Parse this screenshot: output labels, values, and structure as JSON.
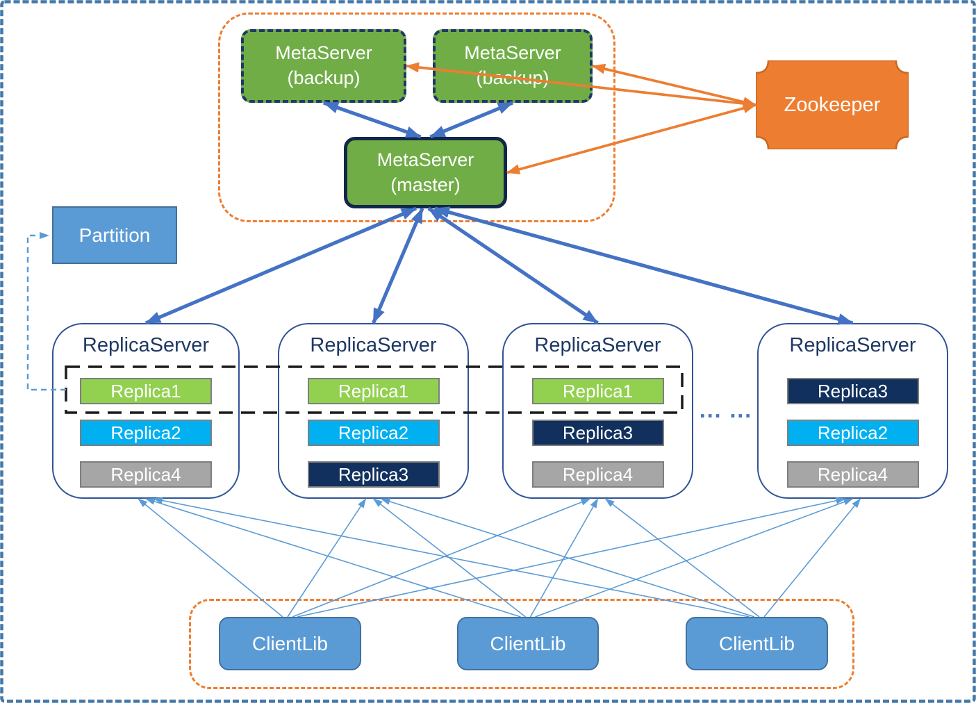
{
  "colors": {
    "meta_green": "#70AD47",
    "replica_green": "#92D050",
    "cyan": "#00B0F0",
    "navy": "#12305E",
    "gray": "#A6A6A6",
    "bar_border": "#7F7F7F",
    "box_blue": "#5B9BD5",
    "box_blue_border": "#41719C",
    "rs_border": "#2F5496",
    "rs_title": "#1F3864",
    "dark_navy": "#1F3864",
    "master_border": "#12274A",
    "arrow_blue": "#4472C4",
    "arrow_light": "#5B9BD5",
    "orange": "#ED7D31",
    "orange_border": "#C9681F",
    "dash_black": "#1A1A1A",
    "marquee_blue": "#4377A9"
  },
  "nodes": {
    "backup1": {
      "line1": "MetaServer",
      "line2": "(backup)"
    },
    "backup2": {
      "line1": "MetaServer",
      "line2": "(backup)"
    },
    "master": {
      "line1": "MetaServer",
      "line2": "(master)"
    },
    "zookeeper": {
      "label": "Zookeeper"
    },
    "partition": {
      "label": "Partition"
    }
  },
  "replica_servers": [
    {
      "title": "ReplicaServer",
      "replicas": [
        {
          "label": "Replica1",
          "color": "green"
        },
        {
          "label": "Replica2",
          "color": "cyan"
        },
        {
          "label": "Replica4",
          "color": "gray"
        }
      ]
    },
    {
      "title": "ReplicaServer",
      "replicas": [
        {
          "label": "Replica1",
          "color": "green"
        },
        {
          "label": "Replica2",
          "color": "cyan"
        },
        {
          "label": "Replica3",
          "color": "navy"
        }
      ]
    },
    {
      "title": "ReplicaServer",
      "replicas": [
        {
          "label": "Replica1",
          "color": "green"
        },
        {
          "label": "Replica3",
          "color": "navy"
        },
        {
          "label": "Replica4",
          "color": "gray"
        }
      ]
    },
    {
      "title": "ReplicaServer",
      "replicas": [
        {
          "label": "Replica3",
          "color": "navy"
        },
        {
          "label": "Replica2",
          "color": "cyan"
        },
        {
          "label": "Replica4",
          "color": "gray"
        }
      ]
    }
  ],
  "ellipsis": {
    "label": "... ..."
  },
  "clients": [
    {
      "label": "ClientLib"
    },
    {
      "label": "ClientLib"
    },
    {
      "label": "ClientLib"
    }
  ],
  "edges": [
    {
      "from": "zookeeper",
      "fromAnchor": "left",
      "to": "backup1",
      "toAnchor": "right",
      "type": "orange",
      "heads": "both"
    },
    {
      "from": "zookeeper",
      "fromAnchor": "left",
      "to": "backup2",
      "toAnchor": "right",
      "type": "orange",
      "heads": "both"
    },
    {
      "from": "zookeeper",
      "fromAnchor": "left",
      "to": "master",
      "toAnchor": "right",
      "type": "orange",
      "heads": "both"
    },
    {
      "from": "master",
      "fromAnchor": "top",
      "to": "backup1",
      "toAnchor": "bottom",
      "type": "blue-thick",
      "heads": "both"
    },
    {
      "from": "master",
      "fromAnchor": "top",
      "to": "backup2",
      "toAnchor": "bottom",
      "type": "blue-thick",
      "heads": "both"
    },
    {
      "from": "master",
      "fromAnchor": "bottom",
      "to": "rs1",
      "toAnchor": "top",
      "type": "blue-thick",
      "heads": "both"
    },
    {
      "from": "master",
      "fromAnchor": "bottom",
      "to": "rs2",
      "toAnchor": "top",
      "type": "blue-thick",
      "heads": "both"
    },
    {
      "from": "master",
      "fromAnchor": "bottom",
      "to": "rs3",
      "toAnchor": "top",
      "type": "blue-thick",
      "heads": "both"
    },
    {
      "from": "master",
      "fromAnchor": "bottom",
      "to": "rs4",
      "toAnchor": "top",
      "type": "blue-thick",
      "heads": "both"
    },
    {
      "from": "client1",
      "fromAnchor": "top",
      "to": "rs1",
      "toAnchor": "bottom",
      "type": "blue-thin",
      "heads": "end"
    },
    {
      "from": "client1",
      "fromAnchor": "top",
      "to": "rs2",
      "toAnchor": "bottom",
      "type": "blue-thin",
      "heads": "end"
    },
    {
      "from": "client1",
      "fromAnchor": "top",
      "to": "rs3",
      "toAnchor": "bottom",
      "type": "blue-thin",
      "heads": "end"
    },
    {
      "from": "client1",
      "fromAnchor": "top",
      "to": "rs4",
      "toAnchor": "bottom",
      "type": "blue-thin",
      "heads": "end"
    },
    {
      "from": "client2",
      "fromAnchor": "top",
      "to": "rs1",
      "toAnchor": "bottom",
      "type": "blue-thin",
      "heads": "end"
    },
    {
      "from": "client2",
      "fromAnchor": "top",
      "to": "rs2",
      "toAnchor": "bottom",
      "type": "blue-thin",
      "heads": "end"
    },
    {
      "from": "client2",
      "fromAnchor": "top",
      "to": "rs3",
      "toAnchor": "bottom",
      "type": "blue-thin",
      "heads": "end"
    },
    {
      "from": "client2",
      "fromAnchor": "top",
      "to": "rs4",
      "toAnchor": "bottom",
      "type": "blue-thin",
      "heads": "end"
    },
    {
      "from": "client3",
      "fromAnchor": "top",
      "to": "rs1",
      "toAnchor": "bottom",
      "type": "blue-thin",
      "heads": "end"
    },
    {
      "from": "client3",
      "fromAnchor": "top",
      "to": "rs2",
      "toAnchor": "bottom",
      "type": "blue-thin",
      "heads": "end"
    },
    {
      "from": "client3",
      "fromAnchor": "top",
      "to": "rs3",
      "toAnchor": "bottom",
      "type": "blue-thin",
      "heads": "end"
    },
    {
      "from": "client3",
      "fromAnchor": "top",
      "to": "rs4",
      "toAnchor": "bottom",
      "type": "blue-thin",
      "heads": "end"
    }
  ]
}
